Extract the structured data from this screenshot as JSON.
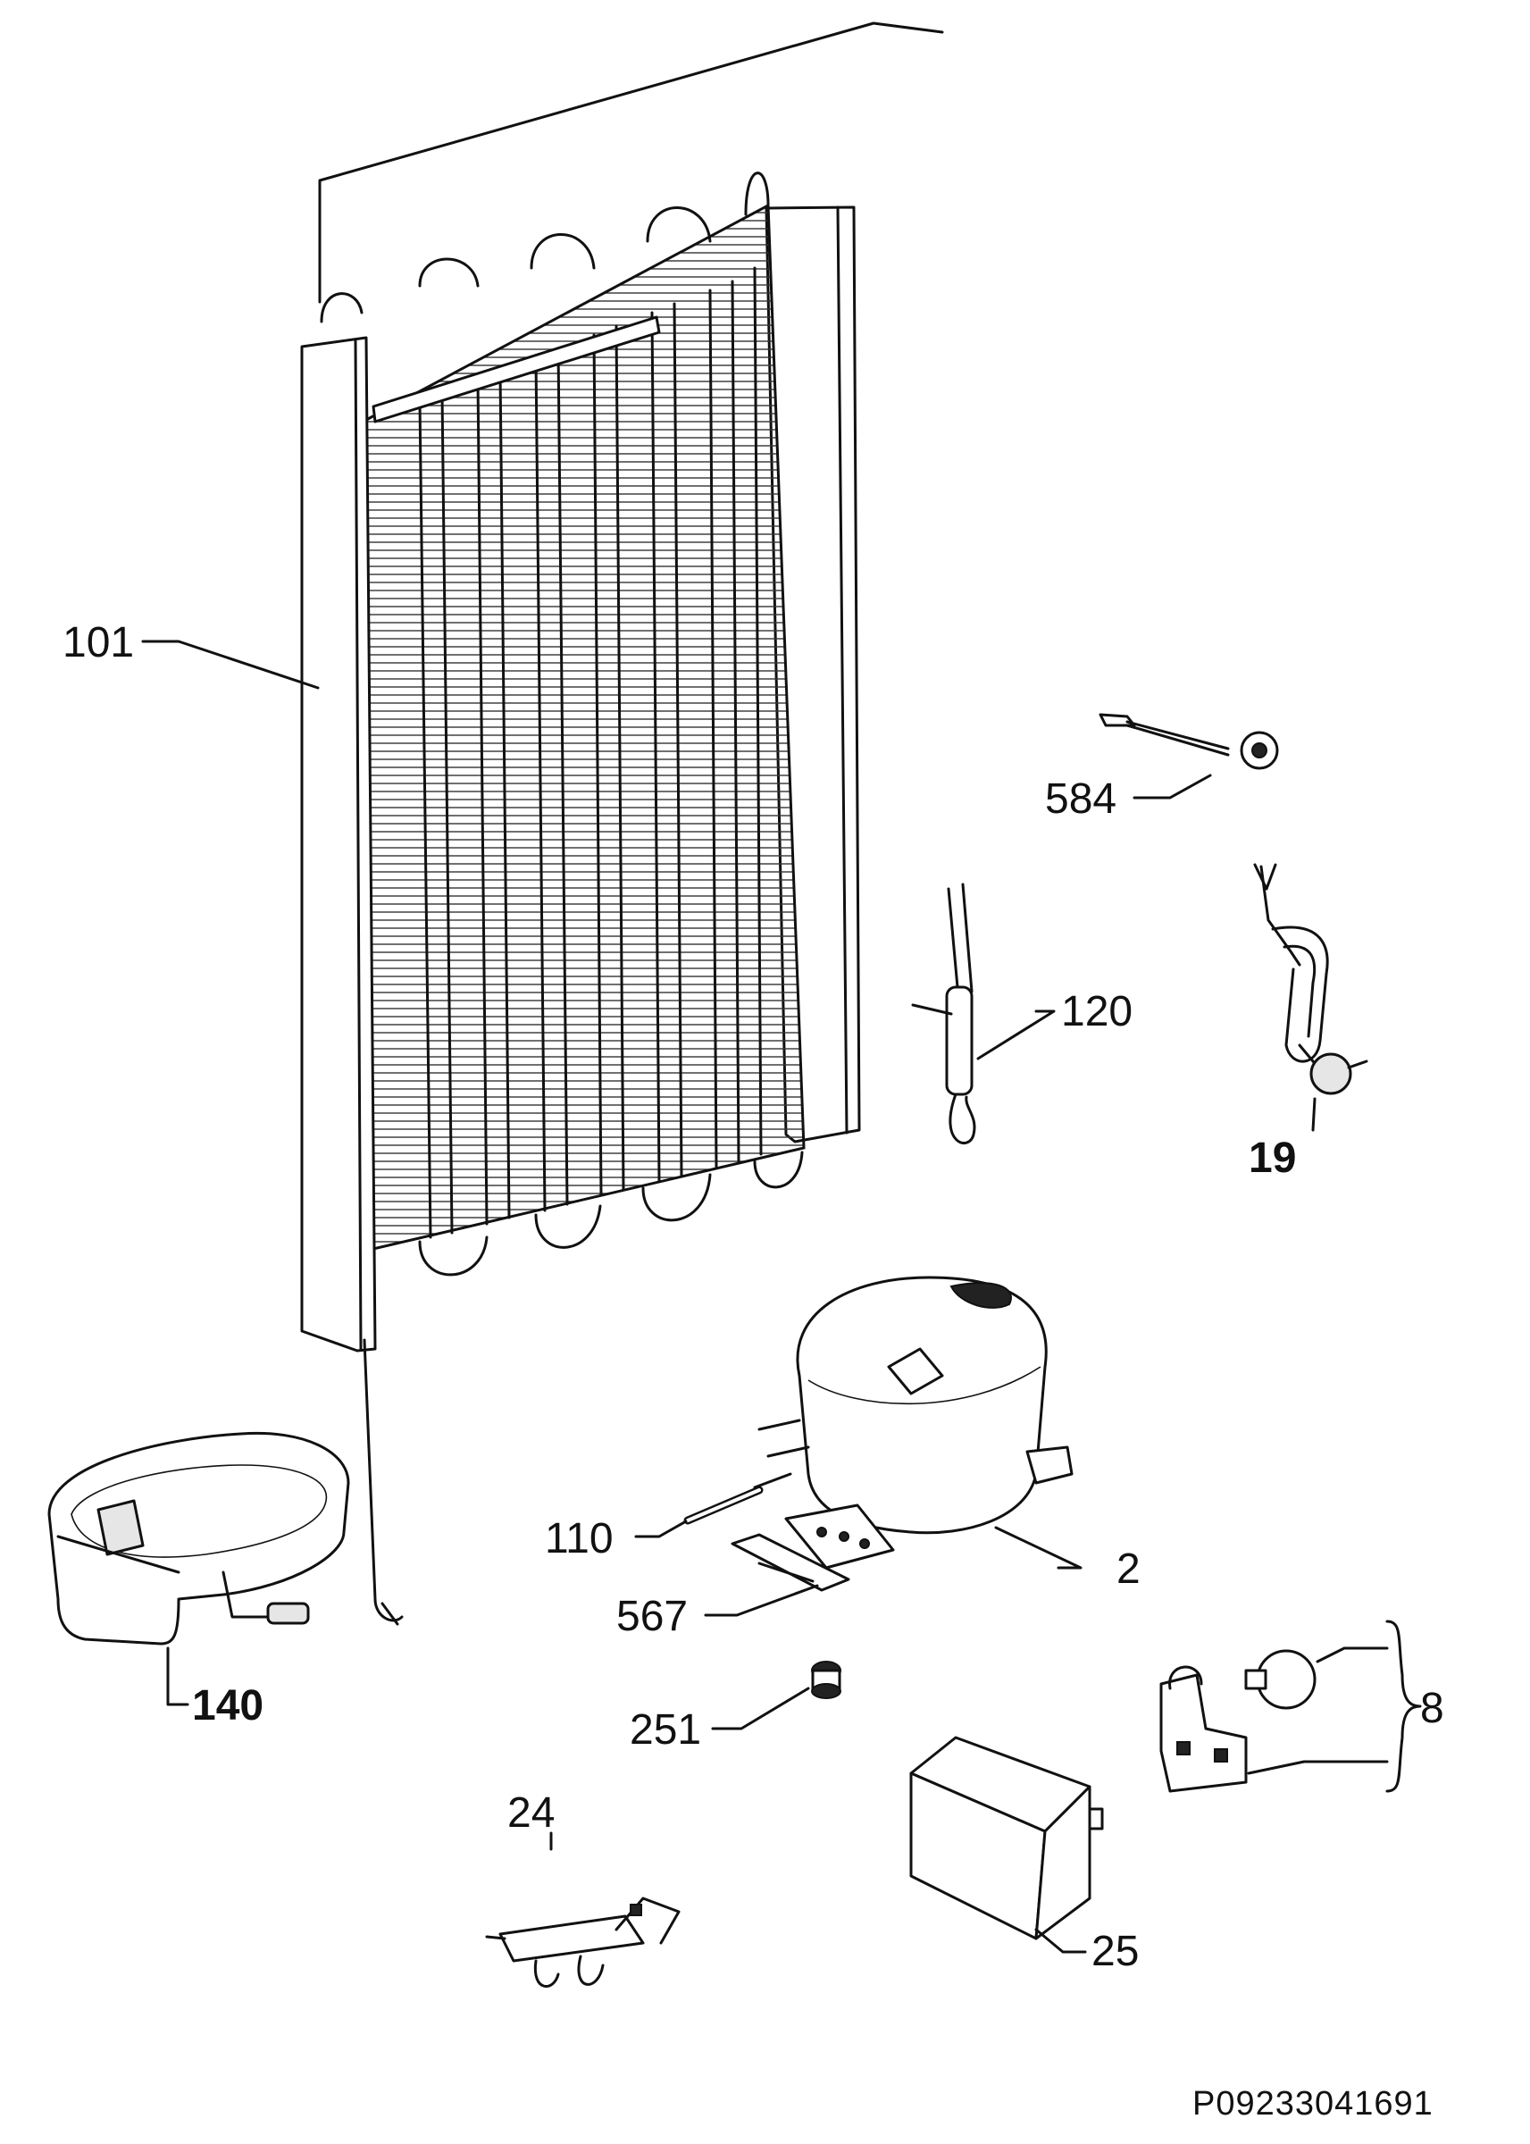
{
  "callouts": {
    "c101": "101",
    "c584": "584",
    "c120": "120",
    "c19": "19",
    "c110": "110",
    "c2": "2",
    "c567": "567",
    "c140": "140",
    "c251": "251",
    "c8": "8",
    "c24": "24",
    "c25": "25"
  },
  "drawing_code": "P09233041691"
}
